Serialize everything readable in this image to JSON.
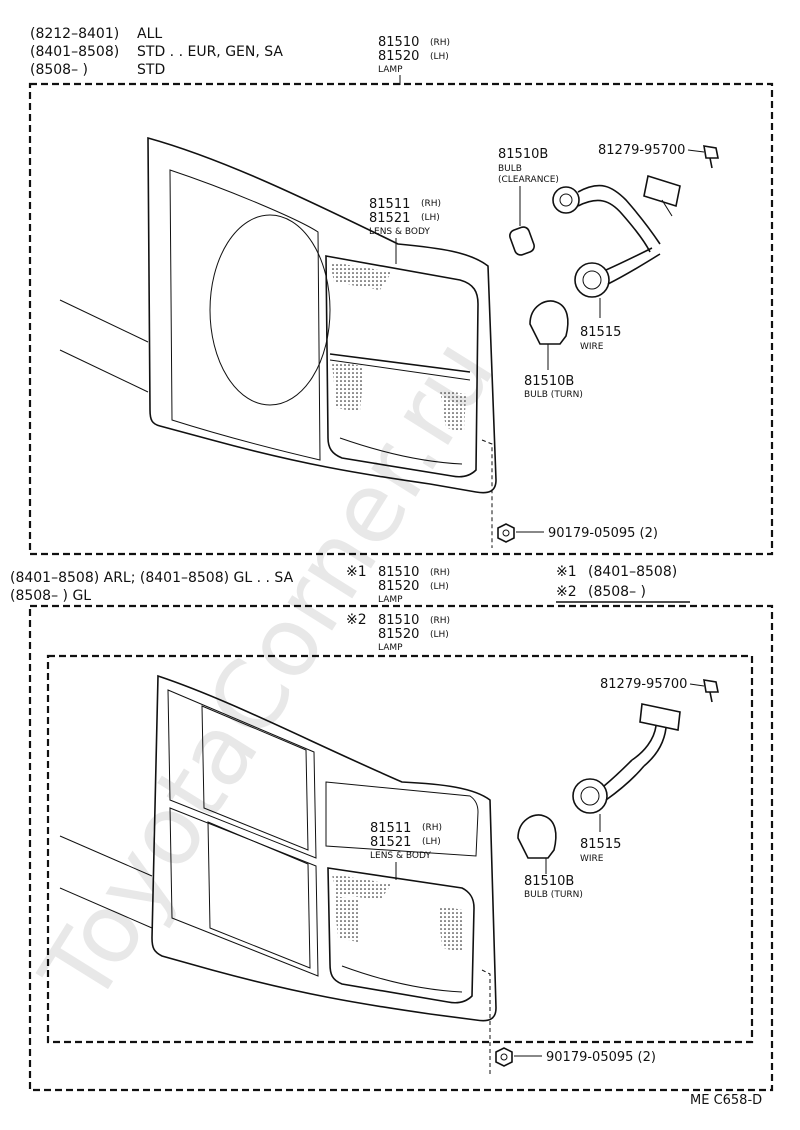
{
  "watermark": "ToyotaCorner.ru",
  "top": {
    "applicability": [
      {
        "range": "(8212–8401)",
        "spec": "ALL"
      },
      {
        "range": "(8401–8508)",
        "spec": "STD . . EUR, GEN, SA"
      },
      {
        "range": "(8508–        )",
        "spec": "STD"
      }
    ],
    "lamp": {
      "rh_no": "81510",
      "rh_tag": "(RH)",
      "lh_no": "81520",
      "lh_tag": "(LH)",
      "name": "LAMP"
    },
    "lens": {
      "rh_no": "81511",
      "rh_tag": "(RH)",
      "lh_no": "81521",
      "lh_tag": "(LH)",
      "name": "LENS & BODY"
    },
    "bulb_clearance": {
      "no": "81510B",
      "name1": "BULB",
      "name2": "(CLEARANCE)"
    },
    "screw": {
      "no": "81279-95700"
    },
    "wire": {
      "no": "81515",
      "name": "WIRE"
    },
    "bulb_turn": {
      "no": "81510B",
      "name": "BULB (TURN)"
    },
    "nut": {
      "no": "90179-05095 (2)"
    }
  },
  "bottom": {
    "applicability": [
      {
        "text": "(8401–8508) ARL; (8401–8508) GL . . SA"
      },
      {
        "text": "(8508–        ) GL"
      }
    ],
    "note1": {
      "mark": "※1",
      "text": "(8401–8508)"
    },
    "note2": {
      "mark": "※2",
      "text": "(8508–         )"
    },
    "lamp1": {
      "mark": "※1",
      "rh_no": "81510",
      "rh_tag": "(RH)",
      "lh_no": "81520",
      "lh_tag": "(LH)",
      "name": "LAMP"
    },
    "lamp2": {
      "mark": "※2",
      "rh_no": "81510",
      "rh_tag": "(RH)",
      "lh_no": "81520",
      "lh_tag": "(LH)",
      "name": "LAMP"
    },
    "lens": {
      "rh_no": "81511",
      "rh_tag": "(RH)",
      "lh_no": "81521",
      "lh_tag": "(LH)",
      "name": "LENS & BODY"
    },
    "screw": {
      "no": "81279-95700"
    },
    "wire": {
      "no": "81515",
      "name": "WIRE"
    },
    "bulb_turn": {
      "no": "81510B",
      "name": "BULB (TURN)"
    },
    "nut": {
      "no": "90179-05095 (2)"
    }
  },
  "footer": {
    "code": "ME  C658-D"
  }
}
